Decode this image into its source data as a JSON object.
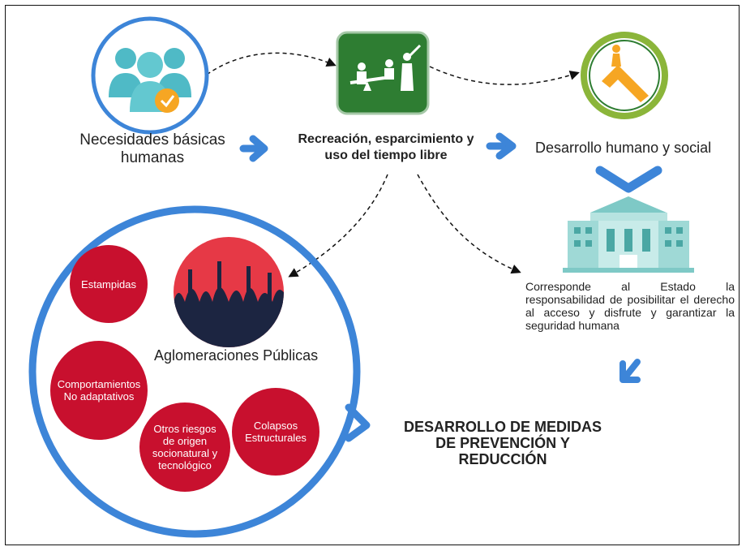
{
  "nodes": {
    "necesidades": {
      "line1": "Necesidades básicas",
      "line2": "humanas"
    },
    "recreacion": {
      "line1": "Recreación, esparcimiento y",
      "line2": "uso del tiempo libre"
    },
    "desarrollo": {
      "label": "Desarrollo humano y social"
    },
    "estado": {
      "text": "Corresponde al Estado la responsabilidad de posibilitar el derecho al acceso y disfrute y garantizar la seguridad humana"
    },
    "aglomeraciones": {
      "label": "Aglomeraciones Públicas"
    },
    "medidas": {
      "line1": "DESARROLLO DE MEDIDAS",
      "line2": "DE PREVENCIÓN  Y",
      "line3": "REDUCCIÓN"
    }
  },
  "risks": {
    "estampidas": "Estampidas",
    "comportamientos": {
      "line1": "Comportamientos",
      "line2": "No adaptativos"
    },
    "otros": {
      "line1": "Otros riesgos",
      "line2": "de origen",
      "line3": "socionatural y",
      "line4": "tecnológico"
    },
    "colapsos": {
      "line1": "Colapsos",
      "line2": "Estructurales"
    }
  },
  "colors": {
    "blue": "#3d85d8",
    "red": "#c8102e",
    "green": "#2e7d32",
    "teal": "#5ec2c4"
  },
  "icons": [
    "people-group-icon",
    "recreation-icon",
    "growth-arrow-icon",
    "government-building-icon",
    "crowd-icon"
  ]
}
